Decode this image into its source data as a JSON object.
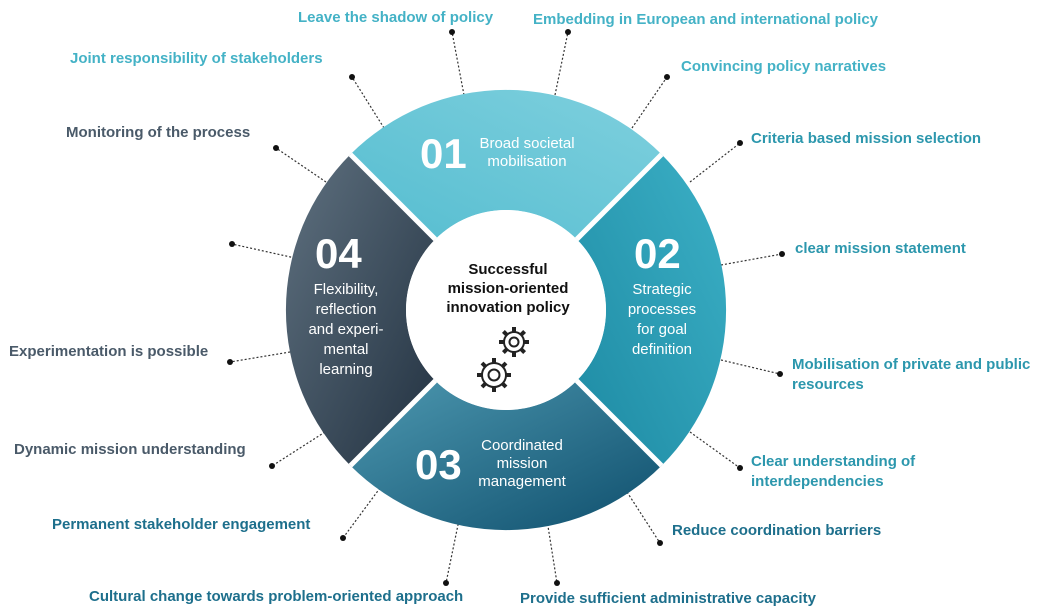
{
  "center": {
    "line1": "Successful",
    "line2": "mission-oriented",
    "line3": "innovation policy"
  },
  "segments": [
    {
      "number": "01",
      "lines": [
        "Broad societal",
        "mobilisation"
      ],
      "color_from": "#55bdd0",
      "color_to": "#7fd0de"
    },
    {
      "number": "02",
      "lines": [
        "Strategic",
        "processes",
        "for goal",
        "definition"
      ],
      "color_from": "#1d8aa3",
      "color_to": "#3cb0c6"
    },
    {
      "number": "03",
      "lines": [
        "Coordinated",
        "mission",
        "management"
      ],
      "color_from": "#2c7f9a",
      "color_to": "#0f4f6d"
    },
    {
      "number": "04",
      "lines": [
        "Flexibility,",
        "reflection",
        "and experi-",
        "mental",
        "learning"
      ],
      "color_from": "#5b6c7b",
      "color_to": "#253544"
    }
  ],
  "labels": {
    "leave_shadow": "Leave the shadow of policy",
    "embedding": "Embedding in European and international policy",
    "joint_responsibility": "Joint responsibility of stakeholders",
    "convincing_narratives": "Convincing policy narratives",
    "monitoring": "Monitoring of the process",
    "criteria_selection": "Criteria based mission selection",
    "clear_statement": "clear mission statement",
    "experimentation": "Experimentation is possible",
    "mobilisation_resources_1": "Mobilisation of private and public",
    "mobilisation_resources_2": "resources",
    "dynamic_understanding": "Dynamic mission understanding",
    "clear_interdependencies_1": "Clear understanding of",
    "clear_interdependencies_2": "interdependencies",
    "stakeholder_engagement": "Permanent stakeholder engagement",
    "reduce_barriers": "Reduce coordination barriers",
    "cultural_change": "Cultural change towards problem-oriented approach",
    "admin_capacity": "Provide sufficient administrative capacity"
  },
  "colors": {
    "label_cyan": "#44b2c6",
    "label_teal": "#2c97ad",
    "label_dark_teal": "#1d6f8c",
    "label_slate": "#4a5a69",
    "leader_line": "#333333"
  },
  "icons": [
    "gears-icon"
  ]
}
